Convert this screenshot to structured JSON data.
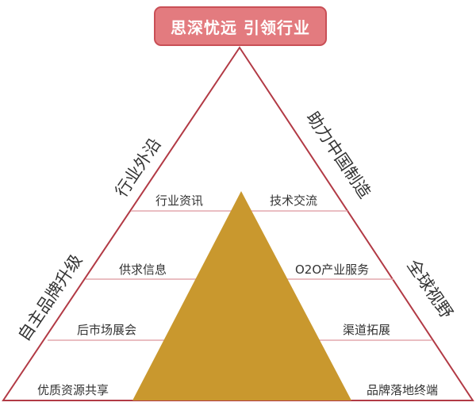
{
  "header": {
    "title": "思深忧远 引领行业"
  },
  "sides": {
    "left_upper": "行业外沿",
    "left_lower": "自主品牌升级",
    "right_upper": "助力中国制造",
    "right_lower": "全球视野"
  },
  "rows": [
    {
      "left": "行业资讯",
      "right": "技术交流"
    },
    {
      "left": "供求信息",
      "right": "O2O产业服务"
    },
    {
      "left": "后市场展会",
      "right": "渠道拓展"
    },
    {
      "left": "优质资源共享",
      "right": "品牌落地终端"
    }
  ],
  "colors": {
    "outline": "#b23a45",
    "divider": "#e3a8ad",
    "inner_pyramid": "#c9982e",
    "title_fill": "#e37b7f",
    "title_border": "#c94f56"
  }
}
